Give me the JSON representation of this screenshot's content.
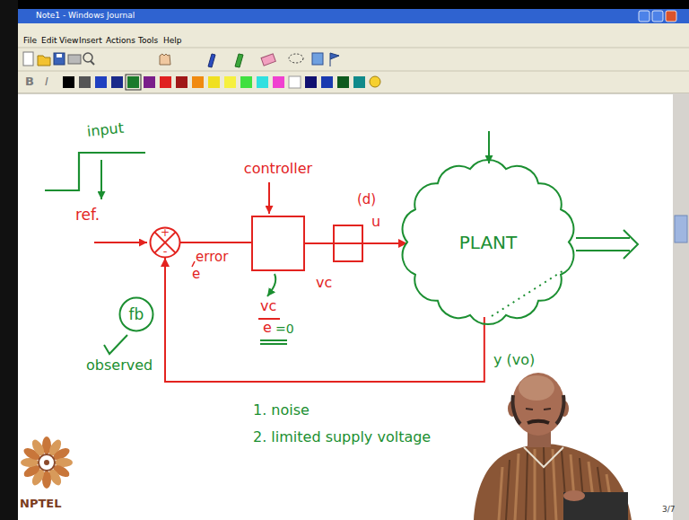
{
  "diagram": {
    "nodes": [
      {
        "text": [
          "+",
          "-"
        ]
      },
      {
        "text": [
          "controller"
        ]
      },
      {
        "text": [
          "PLANT"
        ]
      },
      {
        "text": [
          "fb"
        ]
      }
    ],
    "edges": [
      {
        "from": 0,
        "to": 1,
        "arrow": "none"
      },
      {
        "from": 1,
        "to": 2,
        "arrow": "to"
      },
      {
        "from": 2,
        "to": 0,
        "arrow": "to"
      }
    ],
    "labels": [
      "Note1 - Windows Journal",
      "File",
      "Edit",
      "View",
      "Insert",
      "Actions",
      "Tools",
      "Help",
      "B",
      "I",
      "input",
      "ref.",
      "error",
      "e",
      "vc",
      "e",
      "=0",
      "vc",
      "(d)",
      "u",
      "y (vo)",
      "observed",
      "1. noise",
      "2. limited supply voltage",
      "NPTEL",
      "3/7"
    ]
  }
}
